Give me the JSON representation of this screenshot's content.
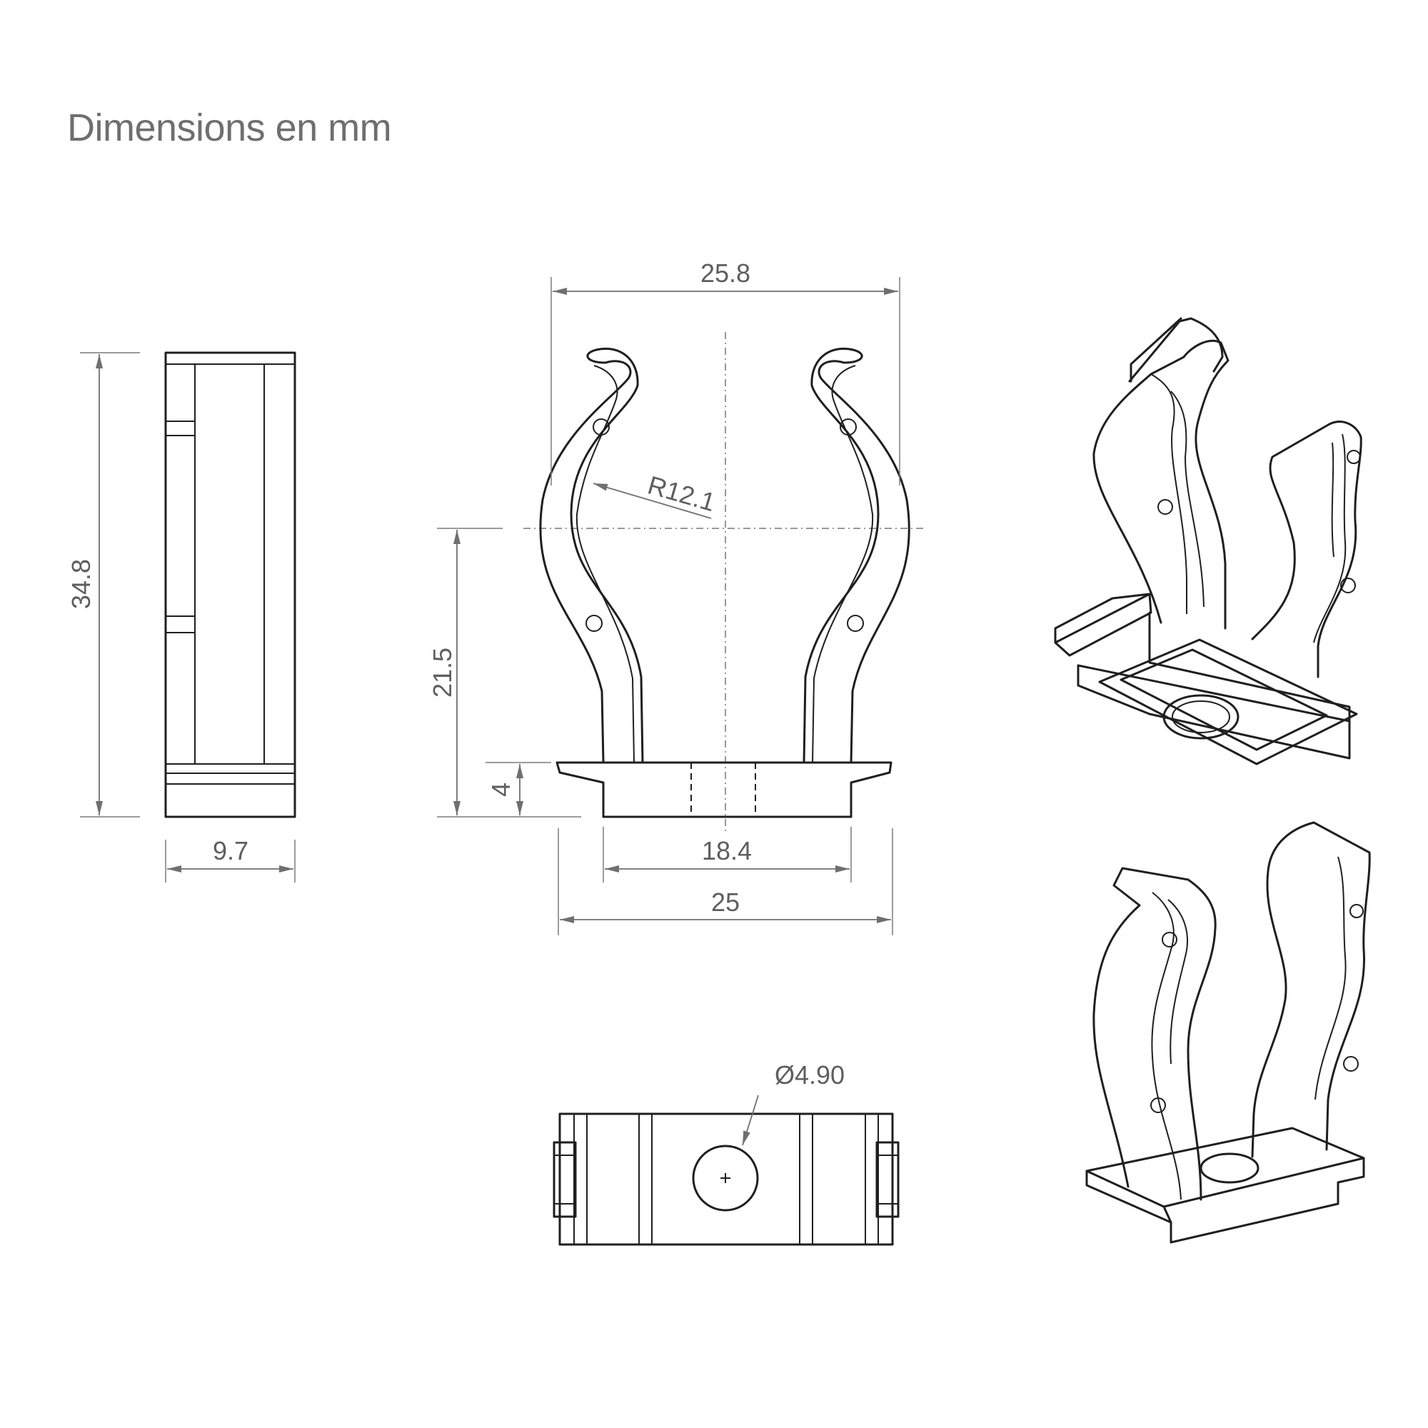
{
  "title": "Dimensions en mm",
  "dimensions": {
    "height_total": "34.8",
    "width_side": "9.7",
    "width_top": "25.8",
    "radius": "R12.1",
    "height_axis": "21.5",
    "base_thickness": "4",
    "base_inner": "18.4",
    "base_outer": "25",
    "hole_diameter": "Ø4.90"
  },
  "colors": {
    "line": "#1f1f1f",
    "dimension": "#6f6f6f",
    "background": "#ffffff"
  }
}
